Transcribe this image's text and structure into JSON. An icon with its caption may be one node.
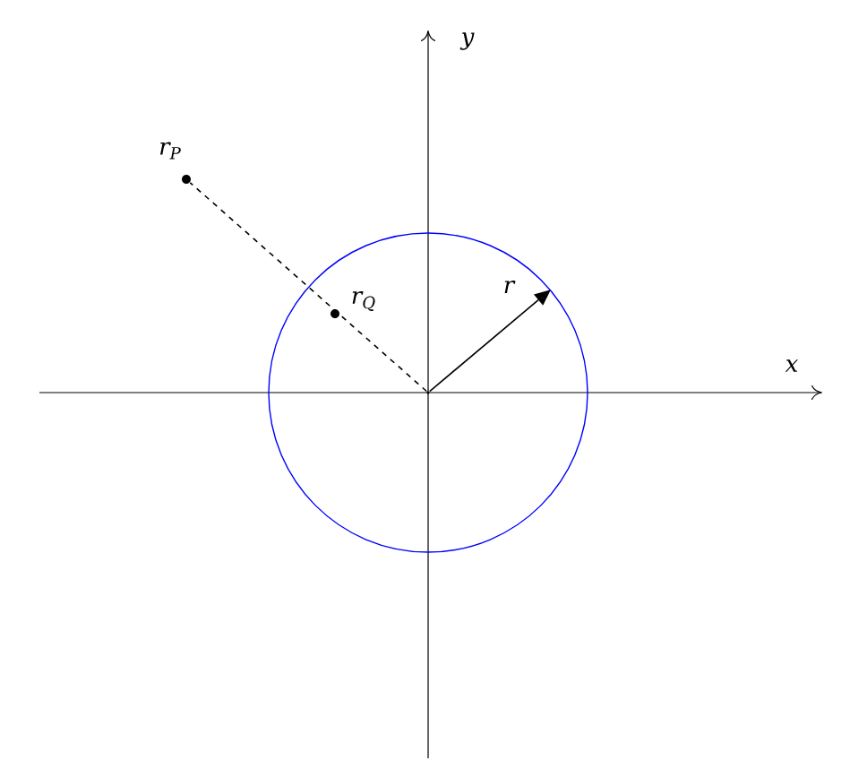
{
  "diagram": {
    "nodes": [
      {
        "text": [],
        "shape": "dot",
        "beside": [
          "r$_{P}$"
        ]
      },
      {
        "text": [],
        "shape": "dot",
        "beside": [
          "r$_{Q}$"
        ],
        "in": 2
      },
      {
        "text": [],
        "shape": "circle"
      },
      {
        "text": [],
        "shape": "point",
        "in": 2
      }
    ],
    "edges": [
      {
        "from": 3,
        "to": 0,
        "arrow": "none",
        "style": "dashed"
      },
      {
        "from": 3,
        "to": 2,
        "arrow": "to",
        "label": "r"
      }
    ],
    "labels": [
      "x",
      "y"
    ]
  }
}
